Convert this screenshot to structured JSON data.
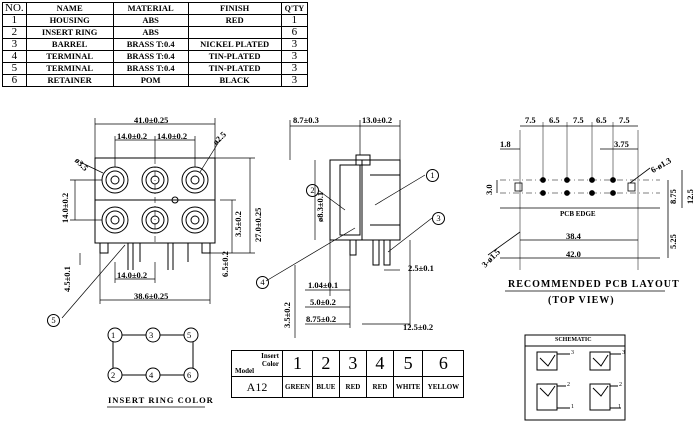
{
  "bom": {
    "headers": [
      "NO.",
      "NAME",
      "MATERIAL",
      "FINISH",
      "Q'TY"
    ],
    "rows": [
      {
        "no": "1",
        "name": "HOUSING",
        "material": "ABS",
        "finish": "RED",
        "qty": "1"
      },
      {
        "no": "2",
        "name": "INSERT RING",
        "material": "ABS",
        "finish": "",
        "qty": "6"
      },
      {
        "no": "3",
        "name": "BARREL",
        "material": "BRASS T:0.4",
        "finish": "NICKEL PLATED",
        "qty": "3"
      },
      {
        "no": "4",
        "name": "TERMINAL",
        "material": "BRASS T:0.4",
        "finish": "TIN-PLATED",
        "qty": "3"
      },
      {
        "no": "5",
        "name": "TERMINAL",
        "material": "BRASS T:0.4",
        "finish": "TIN-PLATED",
        "qty": "3"
      },
      {
        "no": "6",
        "name": "RETAINER",
        "material": "POM",
        "finish": "BLACK",
        "qty": "3"
      }
    ]
  },
  "front_view": {
    "dims": {
      "overall_width": "41.0±0.25",
      "pitch_left": "14.0±0.2",
      "pitch_right": "14.0±0.2",
      "diameter_right": "ø2.5",
      "diameter_left": "ø3.5",
      "left_height": "14.0±0.2",
      "right_height": "27.0±0.25",
      "right_small": "3.5±0.2",
      "right_lower": "6.5±0.2",
      "bottom_pitch": "14.0±0.2",
      "bottom_width": "38.6±0.25",
      "left_bottom": "4.5±0.1"
    },
    "callout": "5"
  },
  "side_view": {
    "dims": {
      "top_left": "8.7±0.3",
      "top_right": "13.0±0.2",
      "diameter": "ø8.3±0.1",
      "right_pin": "2.5±0.1",
      "d1": "1.04±0.1",
      "d2": "5.0±0.2",
      "d3": "8.75±0.2",
      "left_vertical": "3.5±0.2",
      "bottom_right": "12.5±0.2"
    },
    "callouts": [
      "1",
      "2",
      "3",
      "4"
    ]
  },
  "pcb_layout": {
    "top_dims": [
      "7.5",
      "6.5",
      "7.5",
      "6.5",
      "7.5"
    ],
    "left_dim": "1.8",
    "hole_right": "3.75",
    "hole_dia_right": "6-ø1.3",
    "left_vertical": "3.0",
    "right_v1": "8.75",
    "right_v2": "12.5",
    "right_v3": "5.25",
    "edge_label": "PCB EDGE",
    "w1": "38.4",
    "w2": "42.0",
    "hole_dia_left": "3-ø1.5",
    "title1": "RECOMMENDED PCB LAYOUT",
    "title2": "(TOP VIEW)"
  },
  "insert_ring": {
    "positions": [
      "1",
      "3",
      "5",
      "2",
      "4",
      "6"
    ],
    "label": "INSERT RING COLOR"
  },
  "color_table": {
    "header_insert": "Insert",
    "header_color": "Color",
    "header_model": "Model",
    "numbers": [
      "1",
      "2",
      "3",
      "4",
      "5",
      "6"
    ],
    "model": "A12",
    "colors": [
      "GREEN",
      "BLUE",
      "RED",
      "RED",
      "WHITE",
      "YELLOW"
    ]
  },
  "schematic": {
    "title": "SCHEMATIC",
    "pins_left": [
      "3",
      "2",
      "1"
    ],
    "pins_right": [
      "3",
      "2",
      "1"
    ]
  }
}
